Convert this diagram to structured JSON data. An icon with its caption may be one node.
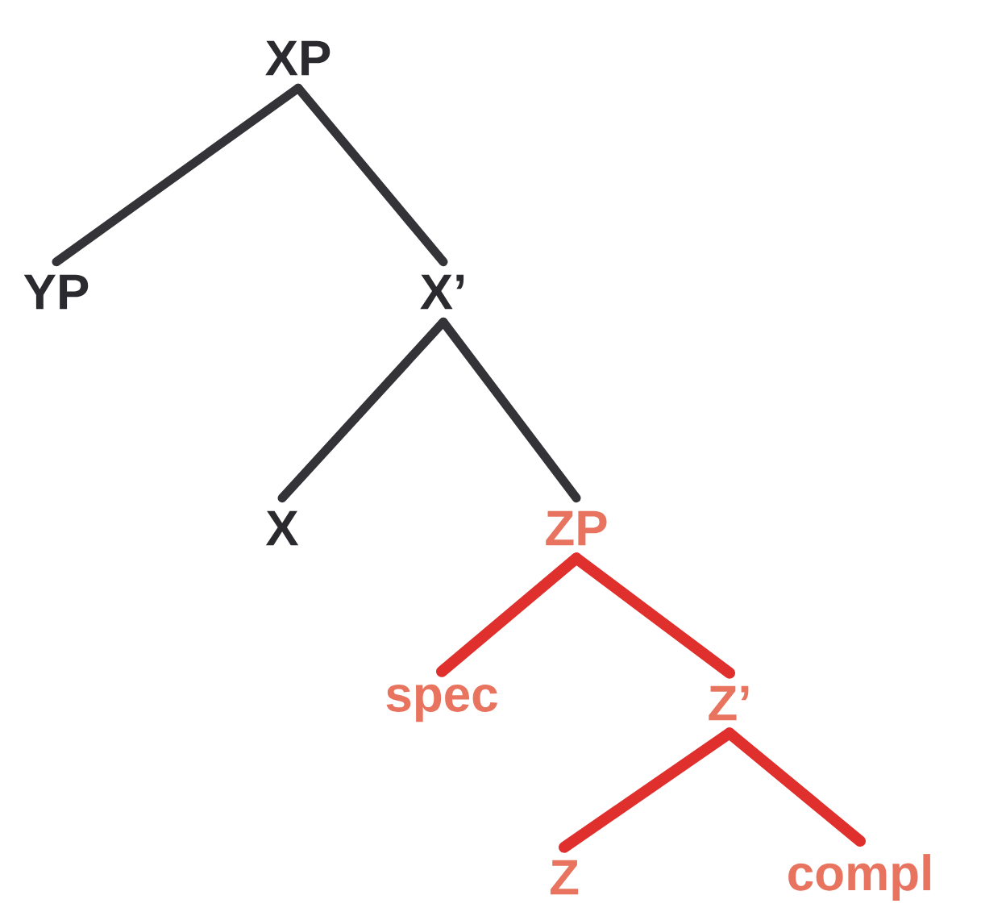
{
  "diagram": {
    "nodes": [
      {
        "text": [
          "XP"
        ]
      },
      {
        "text": [
          "YP"
        ]
      },
      {
        "text": [
          "X’"
        ]
      },
      {
        "text": [
          "X"
        ]
      },
      {
        "text": [
          "ZP"
        ]
      },
      {
        "text": [
          "spec"
        ]
      },
      {
        "text": [
          "Z’"
        ]
      },
      {
        "text": [
          "Z"
        ]
      },
      {
        "text": [
          "compl"
        ]
      }
    ],
    "edges": [
      {
        "from": 0,
        "to": 1,
        "arrow": "none",
        "color": "#333338"
      },
      {
        "from": 0,
        "to": 2,
        "arrow": "none",
        "color": "#333338"
      },
      {
        "from": 2,
        "to": 3,
        "arrow": "none",
        "color": "#333338"
      },
      {
        "from": 2,
        "to": 4,
        "arrow": "none",
        "color": "#333338"
      },
      {
        "from": 4,
        "to": 5,
        "arrow": "none",
        "color": "#e0302e"
      },
      {
        "from": 4,
        "to": 6,
        "arrow": "none",
        "color": "#e0302e"
      },
      {
        "from": 6,
        "to": 7,
        "arrow": "none",
        "color": "#e0302e"
      },
      {
        "from": 6,
        "to": 8,
        "arrow": "none",
        "color": "#e0302e"
      }
    ]
  }
}
